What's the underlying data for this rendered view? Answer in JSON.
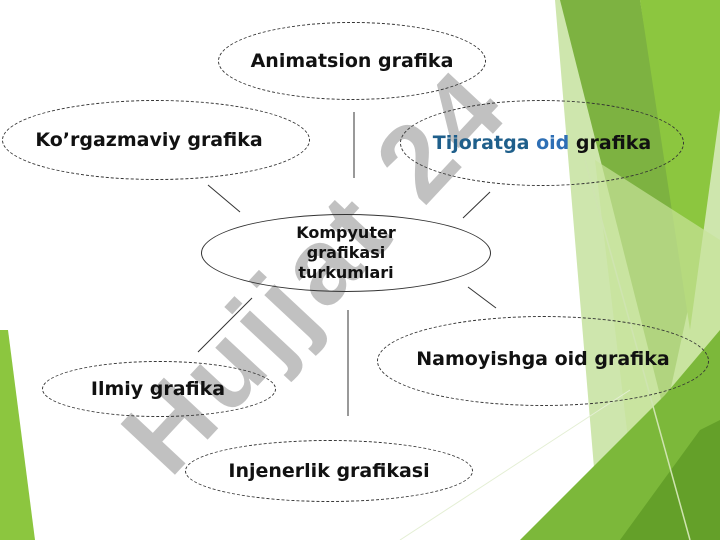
{
  "diagram": {
    "center": {
      "label": "Kompyuter grafikasi turkumlari"
    },
    "nodes": [
      {
        "id": "animatsion",
        "label": "Animatsion grafika"
      },
      {
        "id": "korgazmaviy",
        "label": "Ko’rgazmaviy grafika"
      },
      {
        "id": "tijoratga",
        "label_parts": [
          "Tijoratga",
          " oid",
          " grafika"
        ]
      },
      {
        "id": "namoyishga",
        "label": "Namoyishga oid grafika"
      },
      {
        "id": "ilmiy",
        "label": "Ilmiy grafika"
      },
      {
        "id": "injenerlik",
        "label": "Injenerlik grafikasi"
      }
    ]
  },
  "watermark": {
    "text": "Hujjat 24"
  },
  "colors": {
    "accent_dark": "#1f5f8b",
    "accent_blue": "#2e6fb5",
    "green_dark": "#6ea82e",
    "green_mid": "#8cc63f",
    "green_light": "#c8e39a",
    "watermark": "#9a9a9a",
    "watermark_light": "#d8d0ef"
  }
}
